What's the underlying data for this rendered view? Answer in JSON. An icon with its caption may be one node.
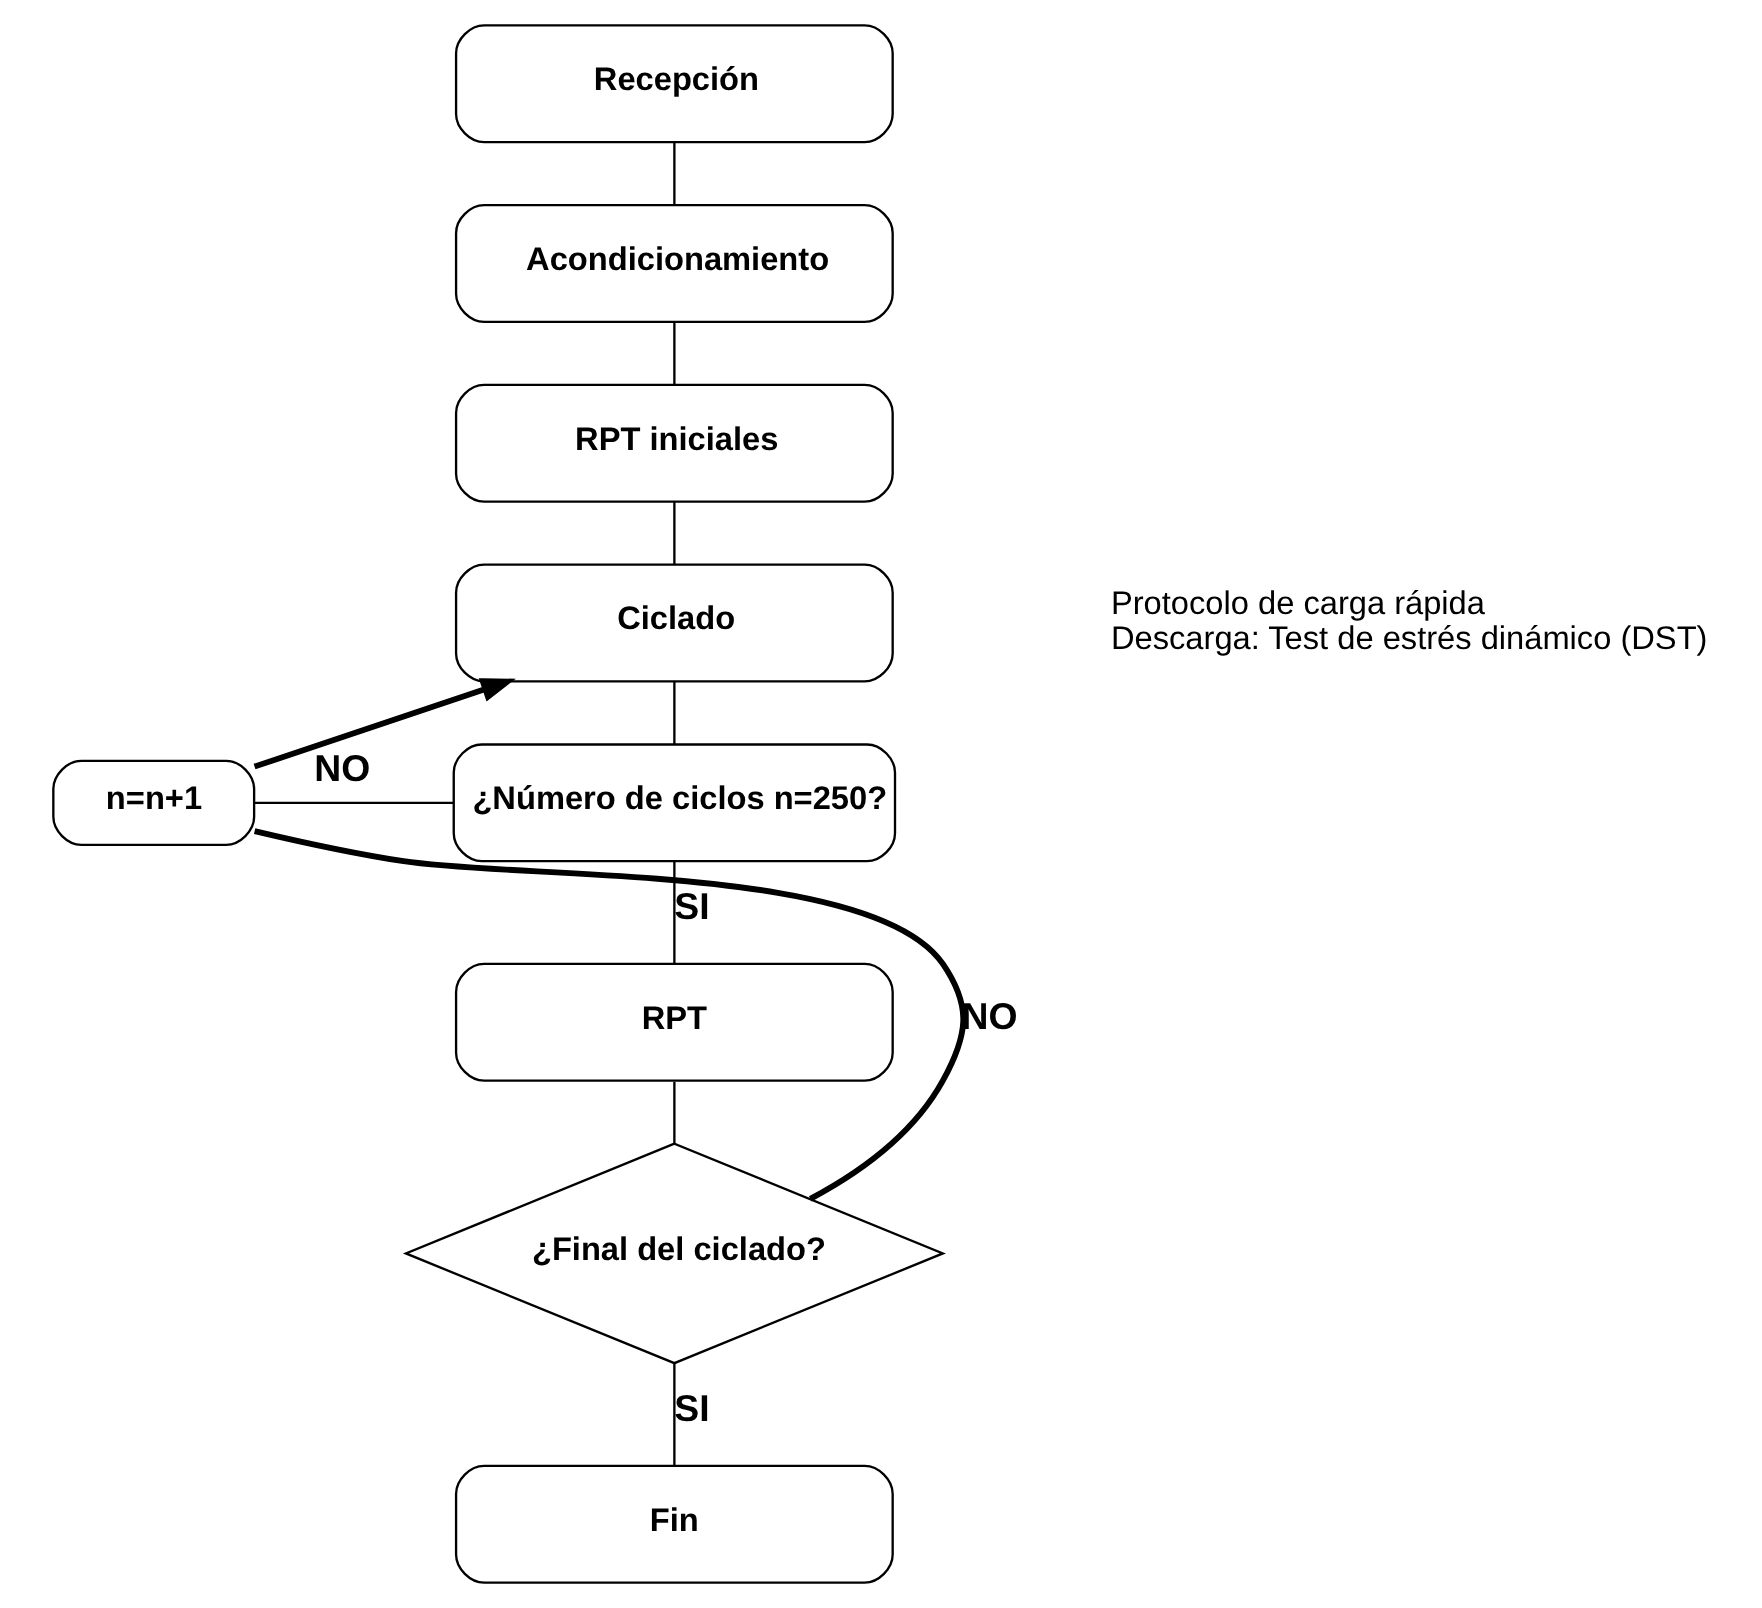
{
  "diagram": {
    "nodes": [
      {
        "text": [
          "Recepción"
        ]
      },
      {
        "text": [
          "Acondicionamiento"
        ]
      },
      {
        "text": [
          "RPT iniciales"
        ]
      },
      {
        "text": [
          "Ciclado"
        ],
        "beside": [
          "Protocolo de carga rápida",
          "Descarga: Test de estrés dinámico (DST)"
        ]
      },
      {
        "text": [
          "¿Número de ciclos n=250?"
        ]
      },
      {
        "text": [
          "n=n+1"
        ]
      },
      {
        "text": [
          "RPT"
        ]
      },
      {
        "text": [
          "¿Final del ciclado?"
        ]
      },
      {
        "text": [
          "Fin"
        ]
      }
    ],
    "edges": [
      {
        "from": 0,
        "to": 1,
        "arrow": "none"
      },
      {
        "from": 1,
        "to": 2,
        "arrow": "none"
      },
      {
        "from": 2,
        "to": 3,
        "arrow": "none"
      },
      {
        "from": 3,
        "to": 4,
        "arrow": "none"
      },
      {
        "from": 4,
        "to": 5,
        "arrow": "none",
        "label": "NO"
      },
      {
        "from": 5,
        "to": 3,
        "arrow": "to",
        "style": "thick"
      },
      {
        "from": 4,
        "to": 6,
        "arrow": "none",
        "label": "SI"
      },
      {
        "from": 6,
        "to": 7,
        "arrow": "none"
      },
      {
        "from": 7,
        "to": 5,
        "arrow": "none",
        "label": "NO",
        "style": "thick"
      },
      {
        "from": 7,
        "to": 8,
        "arrow": "none",
        "label": "SI"
      }
    ]
  }
}
